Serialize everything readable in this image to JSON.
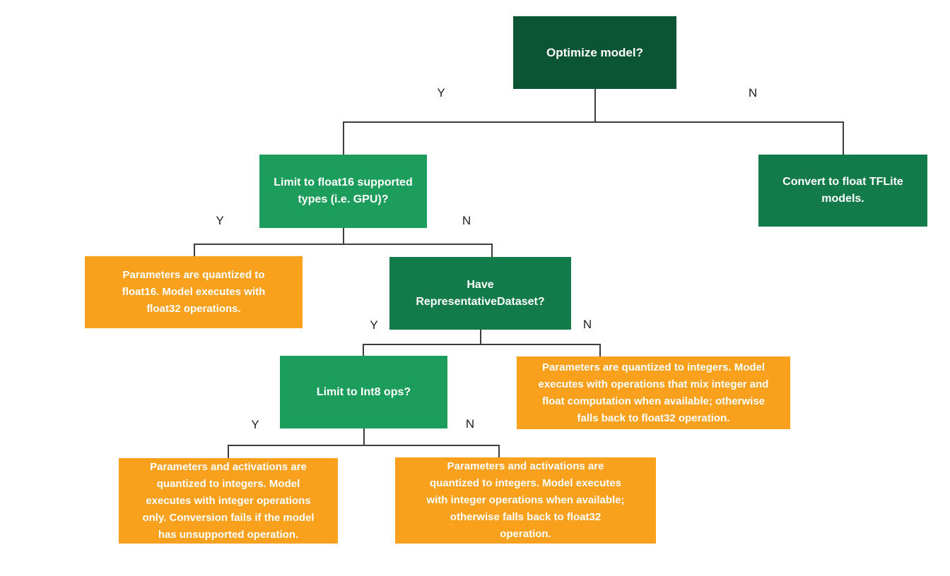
{
  "palette": {
    "dark-green": "#0b5434",
    "mid-green": "#137a4a",
    "light-green": "#1d9d5c",
    "orange": "#f9a11c",
    "line-color": "#3d3d3d"
  },
  "nodes": {
    "optimize": {
      "text": "Optimize model?"
    },
    "float16_q": {
      "text": "Limit to float16 supported\ntypes (i.e. GPU)?"
    },
    "convert_float": {
      "text": "Convert to float TFLite\nmodels."
    },
    "float16_result": {
      "text": "Parameters are quantized to\nfloat16. Model executes with\nfloat32 operations."
    },
    "have_dataset": {
      "text": "Have\nRepresentativeDataset?"
    },
    "int8_q": {
      "text": "Limit to Int8 ops?"
    },
    "dynamic_result": {
      "text": "Parameters are quantized to integers. Model\nexecutes with operations that mix integer and\nfloat computation when available; otherwise\nfalls back to float32 operation."
    },
    "int8_result": {
      "text": "Parameters and activations are\nquantized to integers. Model\nexecutes with integer operations\nonly. Conversion fails if the model\nhas unsupported operation."
    },
    "int_float_result": {
      "text": "Parameters and activations are\nquantized to integers. Model executes\nwith integer operations when available;\notherwise falls back to float32\noperation."
    }
  },
  "edges": [
    {
      "from": "optimize",
      "to": "float16_q",
      "label": "Y"
    },
    {
      "from": "optimize",
      "to": "convert_float",
      "label": "N"
    },
    {
      "from": "float16_q",
      "to": "float16_result",
      "label": "Y"
    },
    {
      "from": "float16_q",
      "to": "have_dataset",
      "label": "N"
    },
    {
      "from": "have_dataset",
      "to": "int8_q",
      "label": "Y"
    },
    {
      "from": "have_dataset",
      "to": "dynamic_result",
      "label": "N"
    },
    {
      "from": "int8_q",
      "to": "int8_result",
      "label": "Y"
    },
    {
      "from": "int8_q",
      "to": "int_float_result",
      "label": "N"
    }
  ]
}
